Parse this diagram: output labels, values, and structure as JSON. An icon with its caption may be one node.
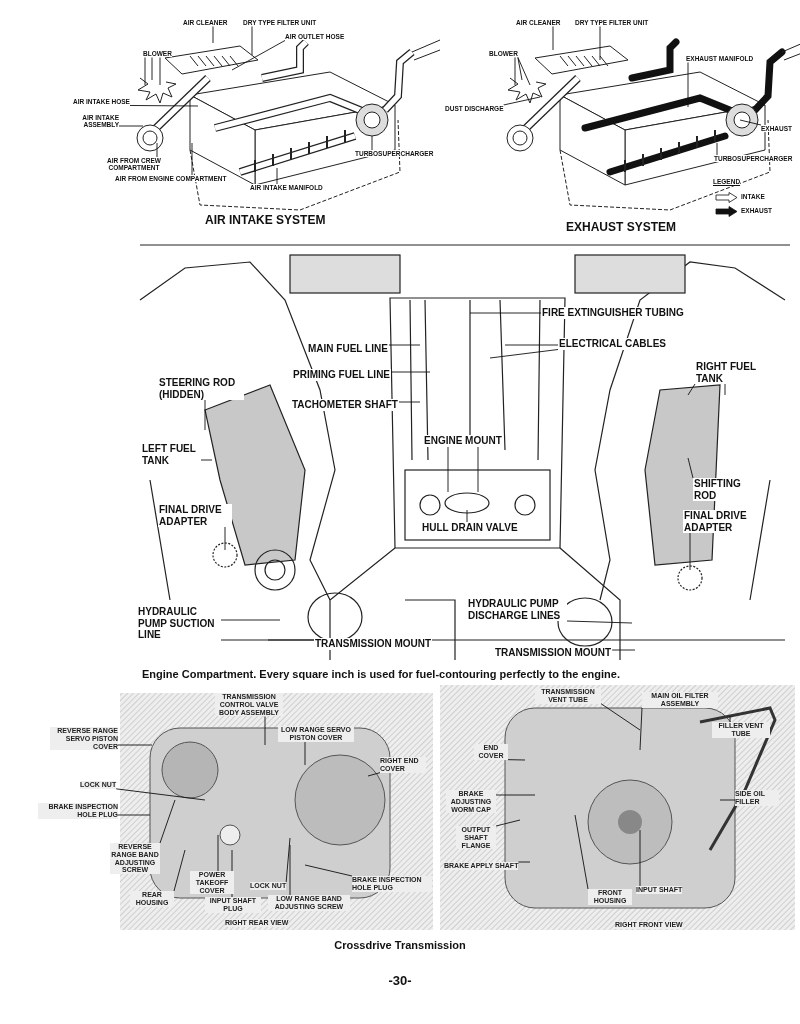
{
  "diagram": {
    "caption": "Engine Compartment. Every square inch is used for fuel-contouring perfectly to the engine.",
    "nodes": [
      {
        "text": [
          "AIR CLEANER"
        ]
      },
      {
        "text": [
          "DRY TYPE FILTER UNIT"
        ]
      },
      {
        "text": [
          "AIR OUTLET HOSE"
        ]
      },
      {
        "text": [
          "BLOWER"
        ]
      },
      {
        "text": [
          "AIR INTAKE HOSE"
        ]
      },
      {
        "text": [
          "AIR INTAKE ASSEMBLY"
        ]
      },
      {
        "text": [
          "AIR FROM CREW COMPARTMENT"
        ]
      },
      {
        "text": [
          "AIR FROM ENGINE COMPARTMENT"
        ]
      },
      {
        "text": [
          "AIR INTAKE MANIFOLD"
        ]
      },
      {
        "text": [
          "TURBOSUPERCHARGER"
        ]
      },
      {
        "text": [
          "AIR CLEANER"
        ]
      },
      {
        "text": [
          "DRY TYPE FILTER UNIT"
        ]
      },
      {
        "text": [
          "BLOWER"
        ]
      },
      {
        "text": [
          "EXHAUST MANIFOLD"
        ]
      },
      {
        "text": [
          "DUST DISCHARGE"
        ]
      },
      {
        "text": [
          "EXHAUST"
        ]
      },
      {
        "text": [
          "TURBOSUPERCHARGER"
        ]
      },
      {
        "text": [
          "FIRE EXTINGUISHER TUBING"
        ]
      },
      {
        "text": [
          "MAIN FUEL LINE"
        ]
      },
      {
        "text": [
          "ELECTRICAL CABLES"
        ]
      },
      {
        "text": [
          "PRIMING FUEL LINE"
        ]
      },
      {
        "text": [
          "RIGHT FUEL TANK"
        ]
      },
      {
        "text": [
          "STEERING ROD (HIDDEN)"
        ]
      },
      {
        "text": [
          "TACHOMETER SHAFT"
        ]
      },
      {
        "text": [
          "ENGINE MOUNT"
        ]
      },
      {
        "text": [
          "LEFT FUEL TANK"
        ]
      },
      {
        "text": [
          "SHIFTING ROD"
        ]
      },
      {
        "text": [
          "FINAL DRIVE ADAPTER"
        ]
      },
      {
        "text": [
          "HULL DRAIN VALVE"
        ]
      },
      {
        "text": [
          "FINAL DRIVE ADAPTER"
        ]
      },
      {
        "text": [
          "HYDRAULIC PUMP SUCTION LINE"
        ]
      },
      {
        "text": [
          "HYDRAULIC PUMP DISCHARGE LINES"
        ]
      },
      {
        "text": [
          "TRANSMISSION MOUNT"
        ]
      },
      {
        "text": [
          "TRANSMISSION MOUNT"
        ]
      },
      {
        "text": [
          "TRANSMISSION CONTROL VALVE BODY ASSEMBLY"
        ]
      },
      {
        "text": [
          "REVERSE RANGE SERVO PISTON COVER"
        ]
      },
      {
        "text": [
          "LOW RANGE SERVO PISTON COVER"
        ]
      },
      {
        "text": [
          "RIGHT END COVER"
        ]
      },
      {
        "text": [
          "LOCK NUT"
        ]
      },
      {
        "text": [
          "BRAKE INSPECTION HOLE PLUG"
        ]
      },
      {
        "text": [
          "REVERSE RANGE BAND ADJUSTING SCREW"
        ]
      },
      {
        "text": [
          "POWER TAKEOFF COVER"
        ]
      },
      {
        "text": [
          "REAR HOUSING"
        ]
      },
      {
        "text": [
          "INPUT SHAFT PLUG"
        ]
      },
      {
        "text": [
          "LOCK NUT"
        ]
      },
      {
        "text": [
          "LOW RANGE BAND ADJUSTING SCREW"
        ]
      },
      {
        "text": [
          "BRAKE INSPECTION HOLE PLUG"
        ]
      },
      {
        "text": [
          "TRANSMISSION VENT TUBE"
        ]
      },
      {
        "text": [
          "MAIN OIL FILTER ASSEMBLY"
        ]
      },
      {
        "text": [
          "FILLER VENT TUBE"
        ]
      },
      {
        "text": [
          "END COVER"
        ]
      },
      {
        "text": [
          "SIDE OIL FILLER"
        ]
      },
      {
        "text": [
          "BRAKE ADJUSTING WORM CAP"
        ]
      },
      {
        "text": [
          "OUTPUT SHAFT FLANGE"
        ]
      },
      {
        "text": [
          "BRAKE APPLY SHAFT"
        ]
      },
      {
        "text": [
          "FRONT HOUSING"
        ]
      },
      {
        "text": [
          "INPUT SHAFT"
        ]
      }
    ],
    "edges": [
      {
        "from": 0,
        "to": null,
        "arrow": "none"
      },
      {
        "from": 1,
        "to": null,
        "arrow": "none"
      },
      {
        "from": 2,
        "to": null,
        "arrow": "none"
      },
      {
        "from": 3,
        "to": null,
        "arrow": "none"
      },
      {
        "from": 3,
        "to": null,
        "arrow": "none"
      },
      {
        "from": 3,
        "to": null,
        "arrow": "none"
      },
      {
        "from": 4,
        "to": null,
        "arrow": "none"
      },
      {
        "from": 5,
        "to": null,
        "arrow": "none"
      },
      {
        "from": 6,
        "to": null,
        "arrow": "none"
      },
      {
        "from": 7,
        "to": null,
        "arrow": "none"
      },
      {
        "from": 8,
        "to": null,
        "arrow": "none"
      },
      {
        "from": 9,
        "to": null,
        "arrow": "none"
      },
      {
        "from": 10,
        "to": null,
        "arrow": "none"
      },
      {
        "from": 11,
        "to": null,
        "arrow": "none"
      },
      {
        "from": 12,
        "to": null,
        "arrow": "none"
      },
      {
        "from": 12,
        "to": null,
        "arrow": "none"
      },
      {
        "from": 12,
        "to": null,
        "arrow": "none"
      },
      {
        "from": 13,
        "to": null,
        "arrow": "none"
      },
      {
        "from": 14,
        "to": null,
        "arrow": "none"
      },
      {
        "from": 15,
        "to": null,
        "arrow": "none"
      },
      {
        "from": 16,
        "to": null,
        "arrow": "none"
      },
      {
        "from": 17,
        "to": null,
        "arrow": "none"
      },
      {
        "from": 18,
        "to": null,
        "arrow": "none"
      },
      {
        "from": 19,
        "to": null,
        "arrow": "none"
      },
      {
        "from": 19,
        "to": null,
        "arrow": "none"
      },
      {
        "from": 20,
        "to": null,
        "arrow": "none"
      },
      {
        "from": 21,
        "to": null,
        "arrow": "none"
      },
      {
        "from": 21,
        "to": null,
        "arrow": "none"
      },
      {
        "from": 22,
        "to": null,
        "arrow": "none"
      },
      {
        "from": 23,
        "to": null,
        "arrow": "none"
      },
      {
        "from": 24,
        "to": null,
        "arrow": "none"
      },
      {
        "from": 24,
        "to": null,
        "arrow": "none"
      },
      {
        "from": 25,
        "to": null,
        "arrow": "none"
      },
      {
        "from": 26,
        "to": null,
        "arrow": "none"
      },
      {
        "from": 27,
        "to": null,
        "arrow": "none"
      },
      {
        "from": 28,
        "to": null,
        "arrow": "none"
      },
      {
        "from": 29,
        "to": null,
        "arrow": "none"
      },
      {
        "from": 30,
        "to": null,
        "arrow": "none"
      },
      {
        "from": 31,
        "to": null,
        "arrow": "none"
      },
      {
        "from": 32,
        "to": null,
        "arrow": "none"
      },
      {
        "from": 33,
        "to": null,
        "arrow": "none"
      },
      {
        "from": 34,
        "to": null,
        "arrow": "none"
      },
      {
        "from": 35,
        "to": null,
        "arrow": "none"
      },
      {
        "from": 36,
        "to": null,
        "arrow": "none"
      },
      {
        "from": 37,
        "to": null,
        "arrow": "none"
      },
      {
        "from": 38,
        "to": null,
        "arrow": "none"
      },
      {
        "from": 39,
        "to": null,
        "arrow": "none"
      },
      {
        "from": 40,
        "to": null,
        "arrow": "none"
      },
      {
        "from": 41,
        "to": null,
        "arrow": "none"
      },
      {
        "from": 42,
        "to": null,
        "arrow": "none"
      },
      {
        "from": 43,
        "to": null,
        "arrow": "none"
      },
      {
        "from": 44,
        "to": null,
        "arrow": "none"
      },
      {
        "from": 45,
        "to": null,
        "arrow": "none"
      },
      {
        "from": 46,
        "to": null,
        "arrow": "none"
      },
      {
        "from": 47,
        "to": null,
        "arrow": "none"
      },
      {
        "from": 48,
        "to": null,
        "arrow": "none"
      },
      {
        "from": 49,
        "to": null,
        "arrow": "none"
      },
      {
        "from": 50,
        "to": null,
        "arrow": "none"
      },
      {
        "from": 51,
        "to": null,
        "arrow": "none"
      },
      {
        "from": 52,
        "to": null,
        "arrow": "none"
      },
      {
        "from": 53,
        "to": null,
        "arrow": "none"
      },
      {
        "from": 54,
        "to": null,
        "arrow": "none"
      },
      {
        "from": 55,
        "to": null,
        "arrow": "none"
      },
      {
        "from": 56,
        "to": null,
        "arrow": "none"
      }
    ],
    "labels": [
      "AIR INTAKE SYSTEM",
      "LEGEND",
      "EXHAUST SYSTEM",
      "RIGHT REAR VIEW",
      "RIGHT FRONT VIEW",
      "Crossdrive Transmission",
      "-30-"
    ],
    "legend": [
      {
        "text": "INTAKE"
      },
      {
        "text": "EXHAUST"
      }
    ]
  }
}
